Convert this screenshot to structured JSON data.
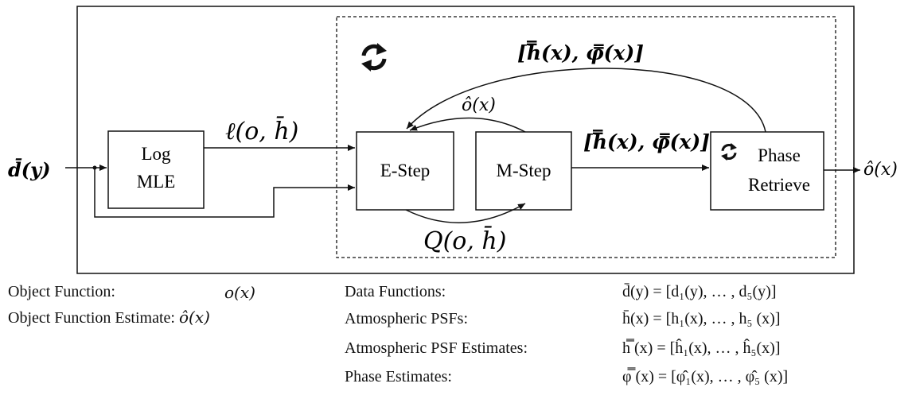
{
  "diagram": {
    "input": "d̄(y)",
    "output": "ô(x)",
    "log_mle": [
      "Log",
      "MLE"
    ],
    "e_step": "E-Step",
    "m_step": "M-Step",
    "phase_retrieve": [
      "Phase",
      "Retrieve"
    ],
    "loglik": "ℓ(o, h̄)",
    "q_func": "Q(o, h̄)",
    "o_hat": "ô(x)",
    "estimates_top": "[h̿(x), φ̿(x)]",
    "estimates_mid": "[h̿(x), φ̿(x)]",
    "loop_icon": "refresh-cycle-icon"
  },
  "legend": {
    "left": [
      {
        "label": "Object Function:",
        "value": "o(x)"
      },
      {
        "label": "Object Function Estimate:",
        "value": "ô(x)"
      }
    ],
    "right": [
      {
        "label": "Data Functions:",
        "value": "d̄(y) = [d₁(y), … , d₅(y)]"
      },
      {
        "label": "Atmospheric PSFs:",
        "value": "h̄(x) = [h₁(x), … , h₅ (x)]"
      },
      {
        "label": "Atmospheric PSF Estimates:",
        "value": "h̿ (x) = [ĥ₁(x), … , ĥ₅(x)]"
      },
      {
        "label": "Phase Estimates:",
        "value": "φ̿ (x) = [φ̂₁(x), … , φ̂₅ (x)]"
      }
    ]
  }
}
